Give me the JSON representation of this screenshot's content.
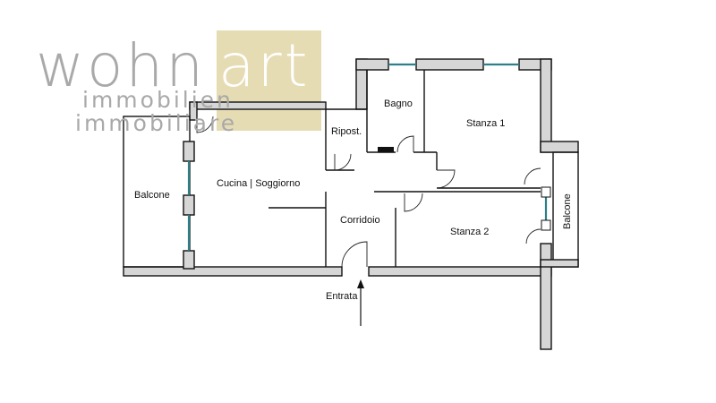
{
  "logo": {
    "word_part1": "wohn",
    "word_part2": "art",
    "line1": "immobilien",
    "line2": "immobiliare",
    "highlight_color": "#e6dcb4",
    "text_color": "#a9a9a9"
  },
  "rooms": {
    "bagno": "Bagno",
    "stanza1": "Stanza 1",
    "ripost": "Ripost.",
    "cucina": "Cucina | Soggiorno",
    "balcone_left": "Balcone",
    "corridoio": "Corridoio",
    "stanza2": "Stanza 2",
    "balcone_right": "Balcone"
  },
  "entrance": {
    "label": "Entrata"
  },
  "colors": {
    "wall_fill": "#d6d6d6",
    "wall_stroke": "#111111",
    "window": "#2f7f88"
  }
}
